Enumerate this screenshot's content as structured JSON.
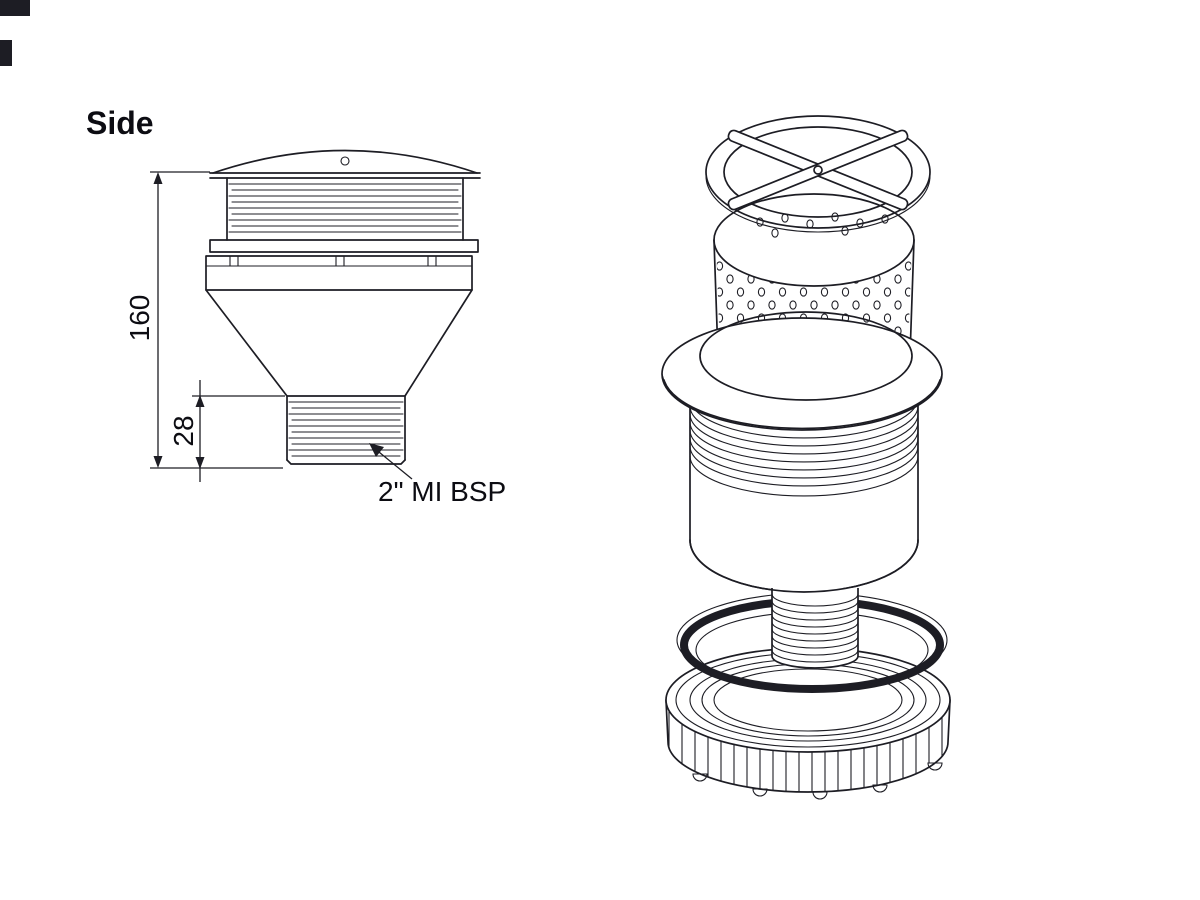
{
  "colors": {
    "background": "#ffffff",
    "line": "#1d1d24",
    "text": "#0c0c12"
  },
  "side_view": {
    "label": "Side",
    "dim_height": "160",
    "dim_thread": "28",
    "thread_spec": "2\" MI BSP"
  }
}
